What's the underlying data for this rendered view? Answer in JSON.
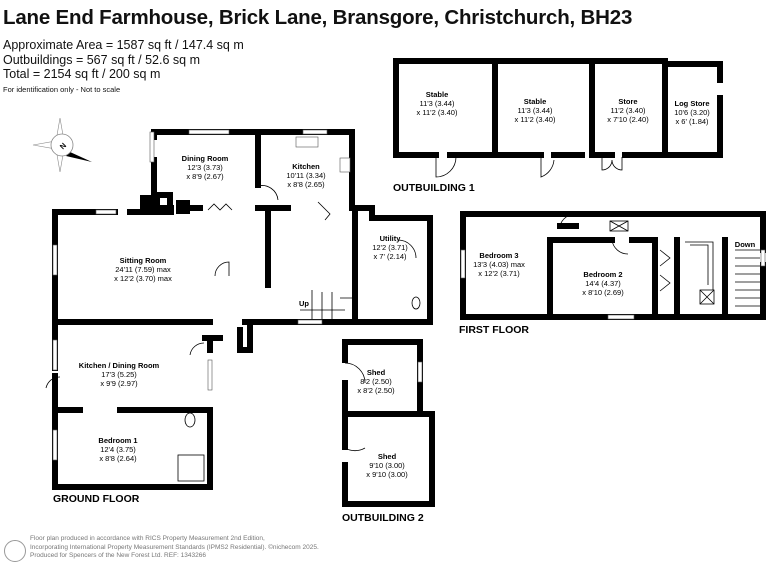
{
  "header": {
    "title": "Lane End Farmhouse, Brick Lane, Bransgore, Christchurch, BH23",
    "area": "Approximate Area = 1587 sq ft / 147.4 sq m",
    "outbuildings": "Outbuildings = 567 sq ft / 52.6 sq m",
    "total": "Total = 2154 sq ft / 200 sq m",
    "note": "For identification only - Not to scale"
  },
  "compass": {
    "label": "N"
  },
  "floors": {
    "ground": {
      "label": "GROUND FLOOR",
      "rooms": [
        {
          "name": "Dining Room",
          "dim1": "12'3 (3.73)",
          "dim2": "x 8'9 (2.67)"
        },
        {
          "name": "Kitchen",
          "dim1": "10'11 (3.34)",
          "dim2": "x 8'8 (2.65)"
        },
        {
          "name": "Sitting Room",
          "dim1": "24'11 (7.59) max",
          "dim2": "x 12'2 (3.70) max"
        },
        {
          "name": "Utility",
          "dim1": "12'2 (3.71)",
          "dim2": "x 7' (2.14)"
        },
        {
          "name": "Kitchen / Dining Room",
          "dim1": "17'3 (5.25)",
          "dim2": "x 9'9 (2.97)"
        },
        {
          "name": "Bedroom 1",
          "dim1": "12'4 (3.75)",
          "dim2": "x 8'8 (2.64)"
        }
      ],
      "stairs_label": "Up"
    },
    "first": {
      "label": "FIRST FLOOR",
      "rooms": [
        {
          "name": "Bedroom 3",
          "dim1": "13'3 (4.03) max",
          "dim2": "x 12'2 (3.71)"
        },
        {
          "name": "Bedroom 2",
          "dim1": "14'4 (4.37)",
          "dim2": "x 8'10 (2.69)"
        }
      ],
      "stairs_label": "Down"
    },
    "outbuilding1": {
      "label": "OUTBUILDING 1",
      "rooms": [
        {
          "name": "Stable",
          "dim1": "11'3 (3.44)",
          "dim2": "x 11'2 (3.40)"
        },
        {
          "name": "Stable",
          "dim1": "11'3 (3.44)",
          "dim2": "x 11'2 (3.40)"
        },
        {
          "name": "Store",
          "dim1": "11'2 (3.40)",
          "dim2": "x 7'10 (2.40)"
        },
        {
          "name": "Log Store",
          "dim1": "10'6 (3.20)",
          "dim2": "x 6' (1.84)"
        }
      ]
    },
    "outbuilding2": {
      "label": "OUTBUILDING 2",
      "rooms": [
        {
          "name": "Shed",
          "dim1": "8'2 (2.50)",
          "dim2": "x 8'2 (2.50)"
        },
        {
          "name": "Shed",
          "dim1": "9'10 (3.00)",
          "dim2": "x 9'10 (3.00)"
        }
      ]
    }
  },
  "footer": {
    "line1": "Floor plan produced in accordance with RICS Property Measurement 2nd Edition,",
    "line2": "Incorporating International Property Measurement Standards (IPMS2 Residential).  ©nichecom 2025.",
    "line3": "Produced for Spencers of the New Forest Ltd.   REF:  1343266"
  }
}
